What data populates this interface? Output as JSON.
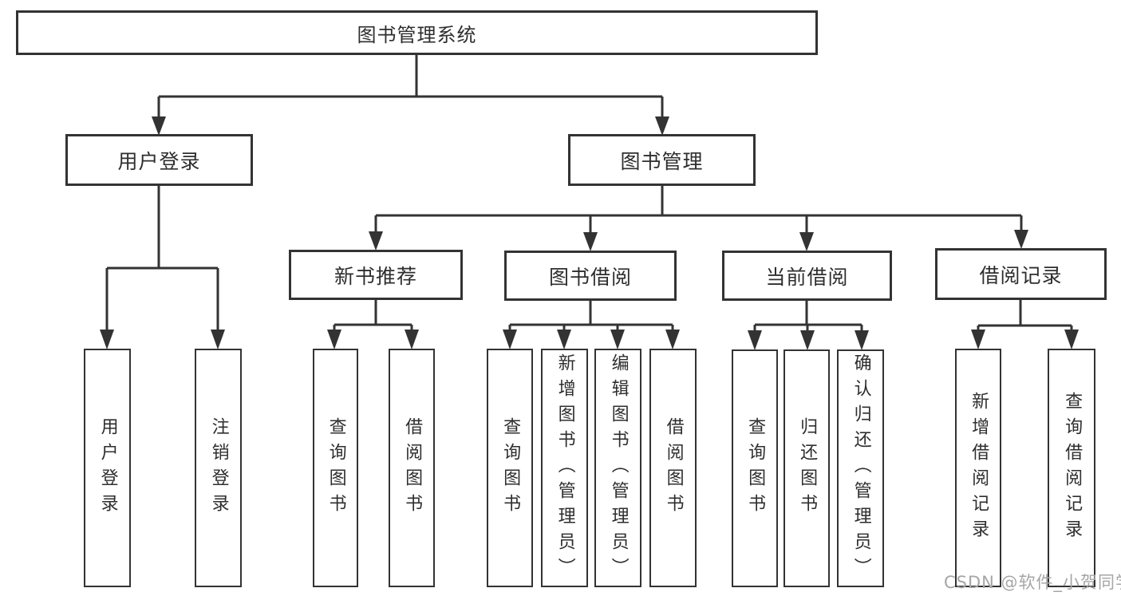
{
  "diagram_title": "图书管理系统",
  "tree": {
    "label": "图书管理系统",
    "children": [
      {
        "label": "用户登录",
        "children": [
          {
            "label": "用户登录"
          },
          {
            "label": "注销登录"
          }
        ]
      },
      {
        "label": "图书管理",
        "children": [
          {
            "label": "新书推荐",
            "children": [
              {
                "label": "查询图书"
              },
              {
                "label": "借阅图书"
              }
            ]
          },
          {
            "label": "图书借阅",
            "children": [
              {
                "label": "查询图书"
              },
              {
                "label": "新增图书（管理员）"
              },
              {
                "label": "编辑图书（管理员）"
              },
              {
                "label": "借阅图书"
              }
            ]
          },
          {
            "label": "当前借阅",
            "children": [
              {
                "label": "查询图书"
              },
              {
                "label": "归还图书"
              },
              {
                "label": "确认归还（管理员）"
              }
            ]
          },
          {
            "label": "借阅记录",
            "children": [
              {
                "label": "新增借阅记录"
              },
              {
                "label": "查询借阅记录"
              }
            ]
          }
        ]
      }
    ]
  },
  "watermark": "CSDN @软件_小贺同学",
  "colors": {
    "line": "#333333",
    "text": "#2e2e2e",
    "box_background": "#ffffff",
    "watermark": "#a6a6a6"
  }
}
